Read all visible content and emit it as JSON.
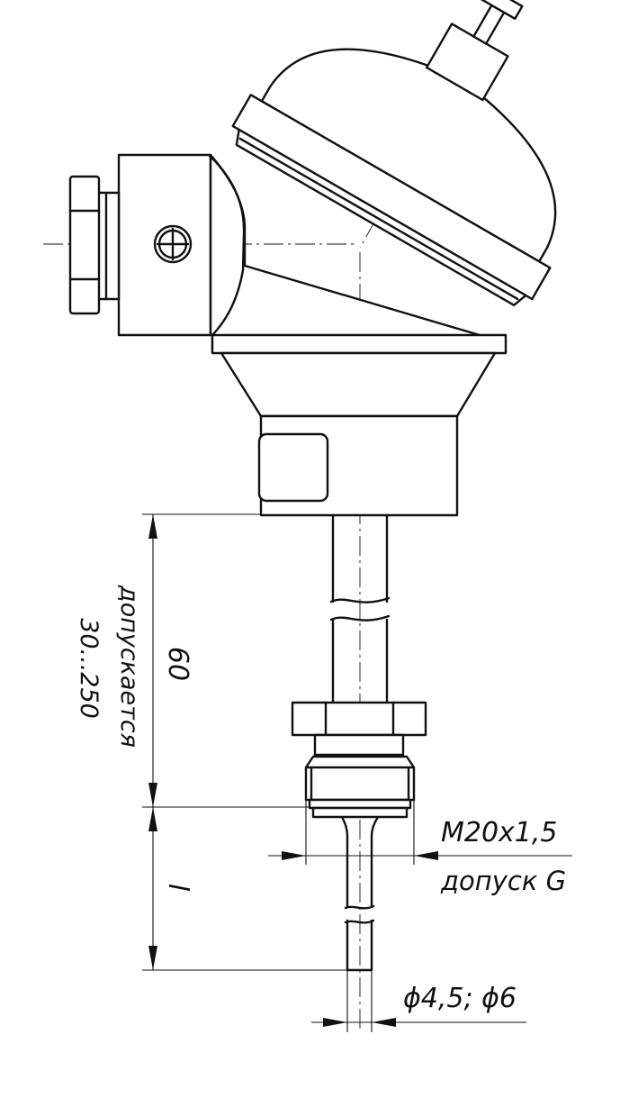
{
  "labels": {
    "length_main": "60",
    "length_main_note_1": "допускается",
    "length_main_note_2": "30...250",
    "length_tip": "l",
    "thread_size": "M20x1,5",
    "thread_tolerance": "допуск G",
    "diameter": "ϕ4,5; ϕ6"
  },
  "colors": {
    "line": "#111111",
    "background": "#ffffff"
  }
}
